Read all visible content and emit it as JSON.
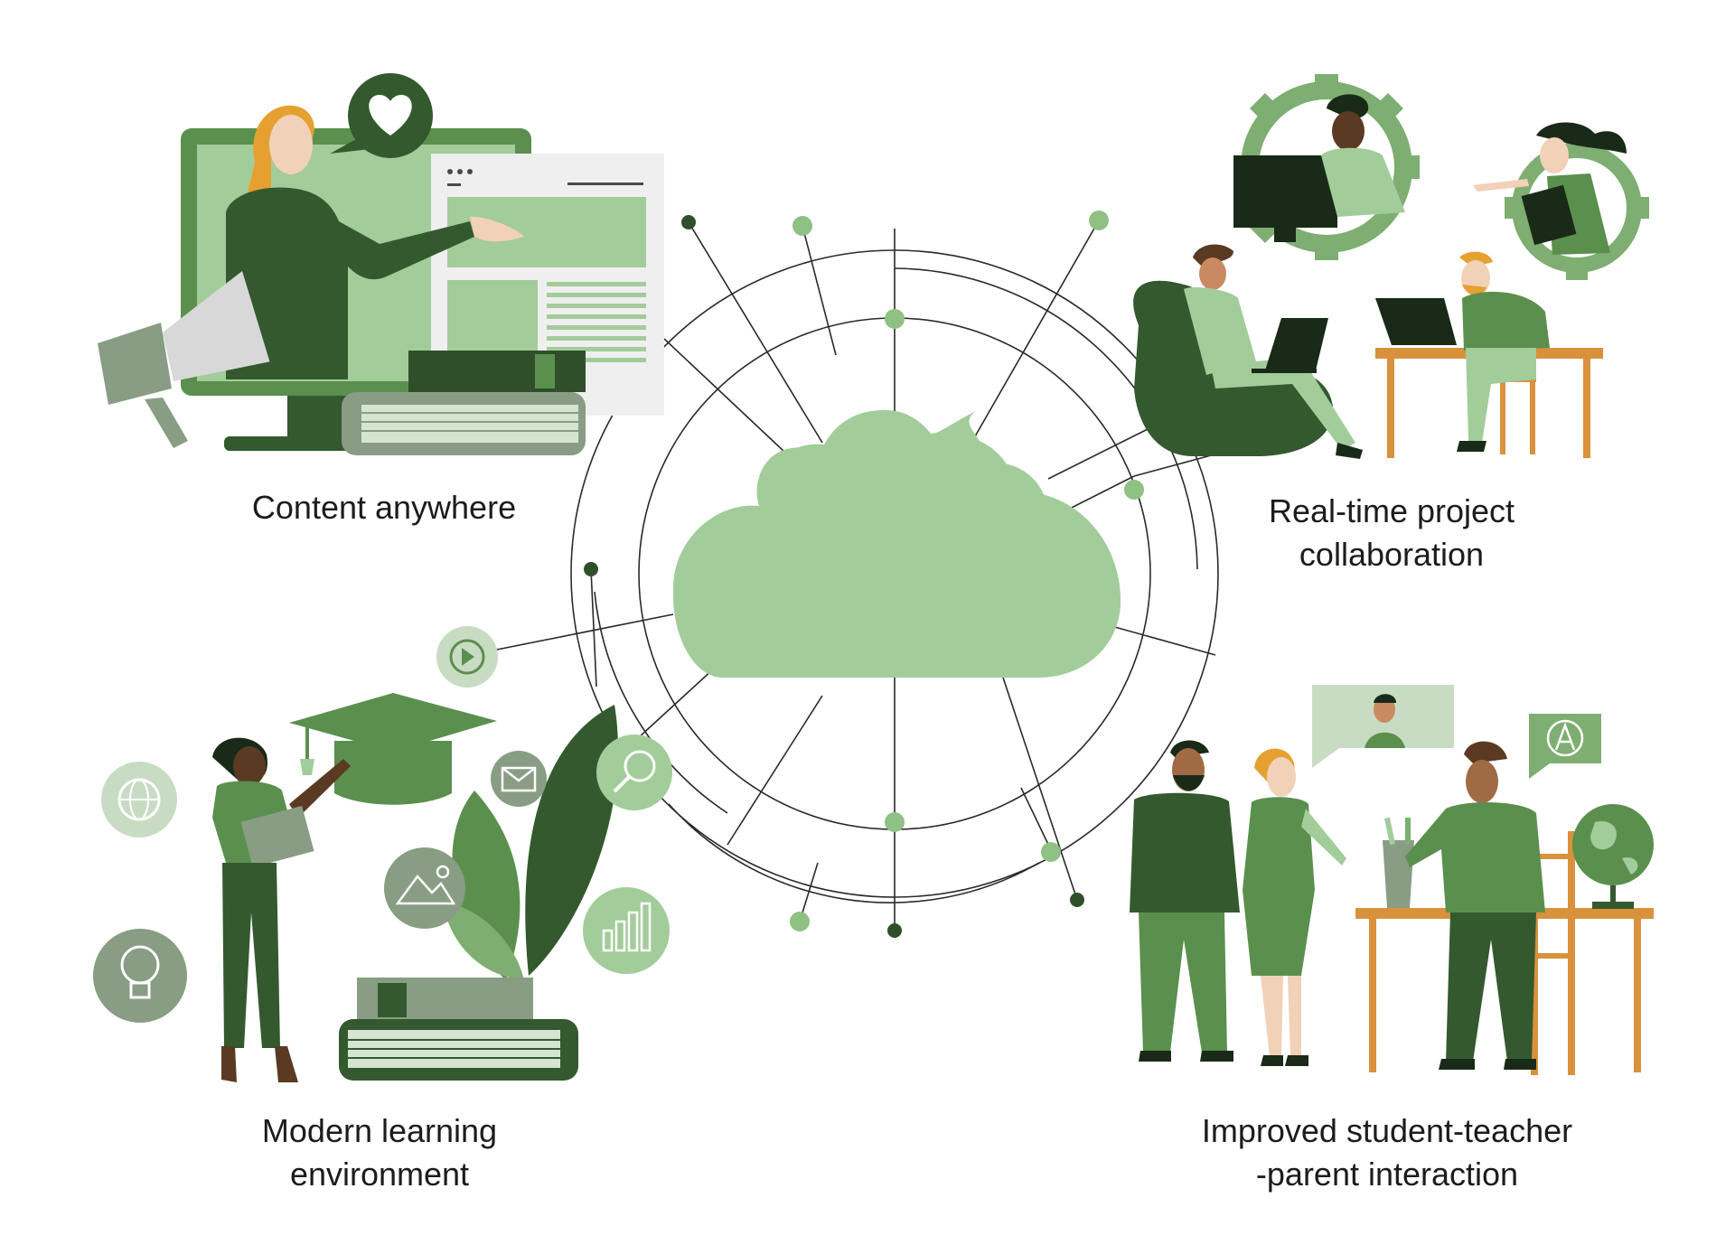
{
  "captions": {
    "content_anywhere": "Content anywhere",
    "realtime_line1": "Real-time project",
    "realtime_line2": "collaboration",
    "modern_line1": "Modern learning",
    "modern_line2": "environment",
    "improved_line1": "Improved student-teacher",
    "improved_line2": "-parent interaction"
  },
  "icons": [
    "heart-icon",
    "megaphone-icon",
    "play-icon",
    "globe-icon",
    "lightbulb-icon",
    "mail-icon",
    "search-icon",
    "image-icon",
    "bar-chart-icon",
    "graduation-cap-icon",
    "letter-a-icon",
    "gear-icon"
  ],
  "colors": {
    "dark_green": "#34592f",
    "mid_green": "#5b8f4e",
    "light_green": "#a3cc9b",
    "pale_green": "#c8dcc3",
    "gray_green": "#889d84",
    "orange": "#e6a02f",
    "wood": "#d9913c",
    "line": "#2a2a2a"
  }
}
